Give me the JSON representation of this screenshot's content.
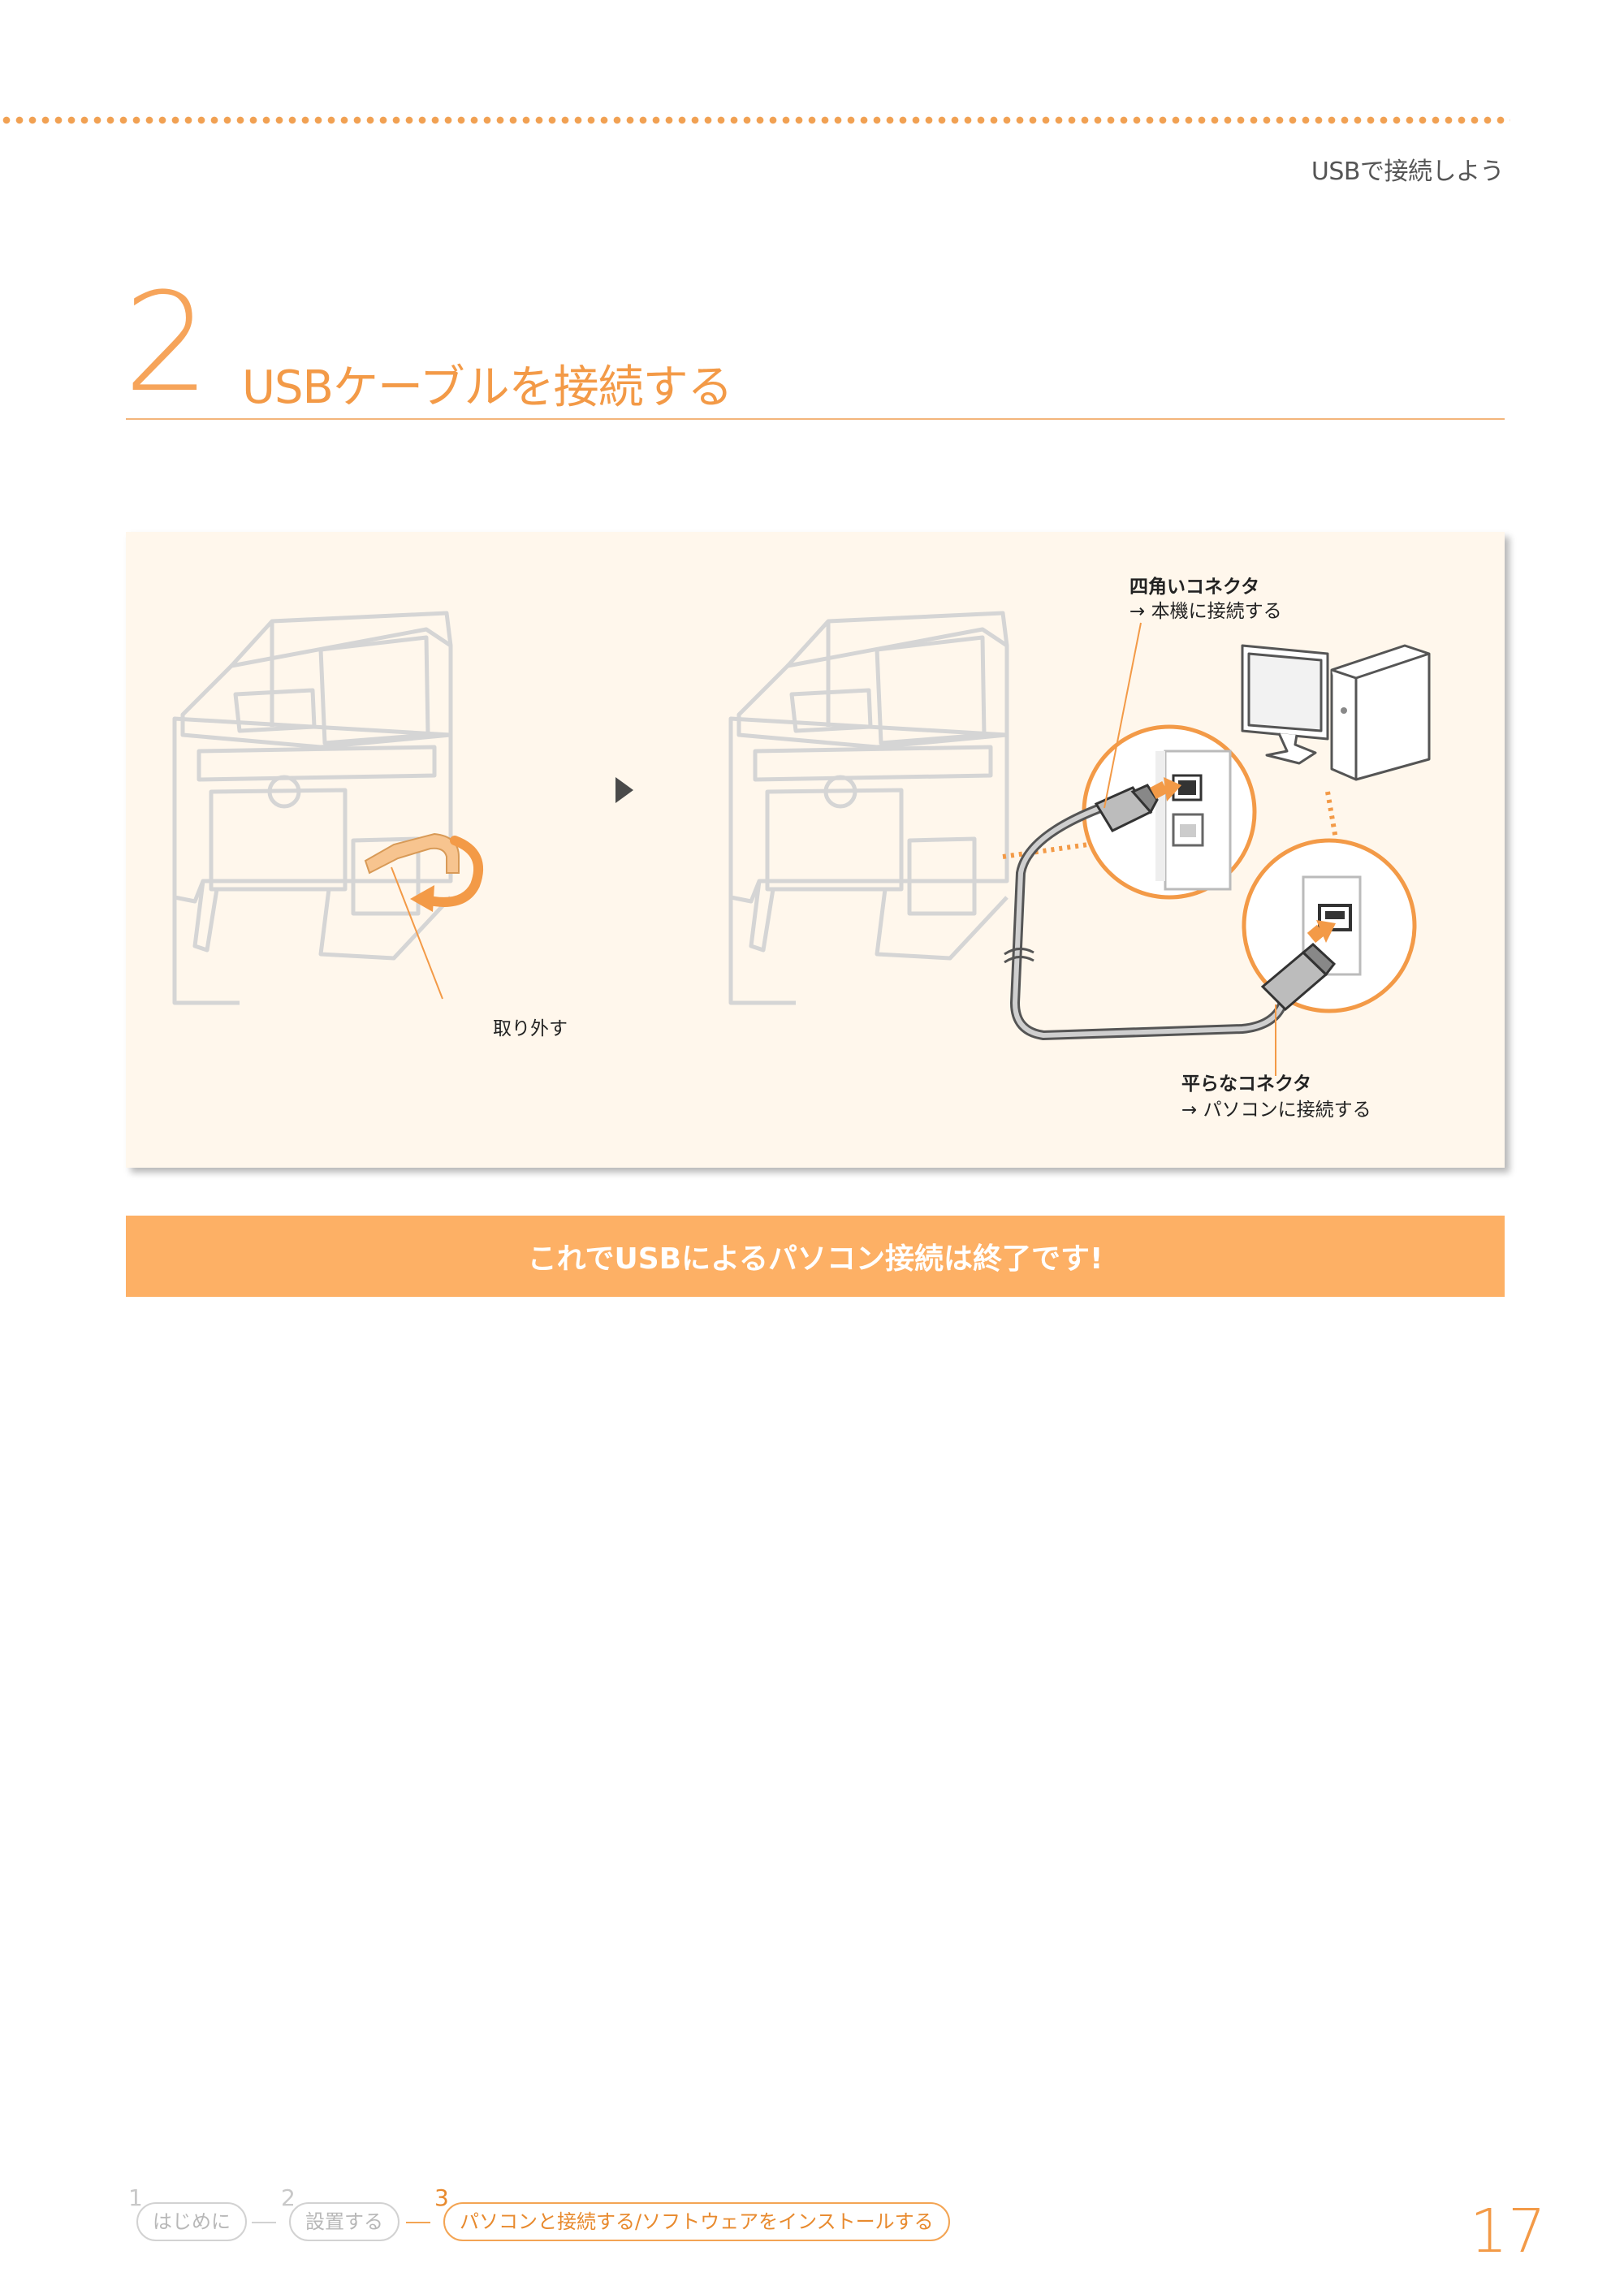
{
  "header": {
    "section_title": "USBで接続しよう"
  },
  "step": {
    "number": "2",
    "title": "USBケーブルを接続する"
  },
  "illustration": {
    "label_remove": "取り外す",
    "square_connector": {
      "title": "四角いコネクタ",
      "note": "→ 本機に接続する"
    },
    "flat_connector": {
      "title": "平らなコネクタ",
      "note": "→ パソコンに接続する"
    }
  },
  "banner": {
    "text": "これでUSBによるパソコン接続は終了です!"
  },
  "footer": {
    "steps": [
      {
        "number": "1",
        "label": "はじめに"
      },
      {
        "number": "2",
        "label": "設置する"
      },
      {
        "number": "3",
        "label": "パソコンと接続する/ソフトウェアをインストールする"
      }
    ],
    "page_number": "17"
  },
  "colors": {
    "accent": "#f39a47",
    "banner": "#fdb065",
    "panel": "#fff7ec"
  }
}
